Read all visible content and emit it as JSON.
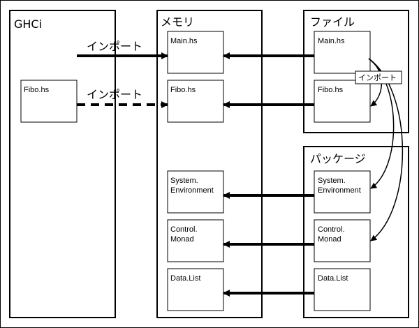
{
  "panels": {
    "ghci": {
      "title": "GHCi"
    },
    "memory": {
      "title": "メモリ"
    },
    "files": {
      "title": "ファイル"
    },
    "packages": {
      "title": "パッケージ"
    }
  },
  "ghci_modules": {
    "fibo": "Fibo.hs"
  },
  "memory_modules": {
    "main": "Main.hs",
    "fibo": "Fibo.hs",
    "system": [
      "System.",
      "Environment"
    ],
    "control": [
      "Control.",
      "Monad"
    ],
    "datalist": "Data.List"
  },
  "file_modules": {
    "main": "Main.hs",
    "fibo": "Fibo.hs"
  },
  "package_modules": {
    "system": [
      "System.",
      "Environment"
    ],
    "control": [
      "Control.",
      "Monad"
    ],
    "datalist": "Data.List"
  },
  "labels": {
    "import_top": "インポート",
    "import_mid": "インポート",
    "import_callout": "インポート"
  }
}
